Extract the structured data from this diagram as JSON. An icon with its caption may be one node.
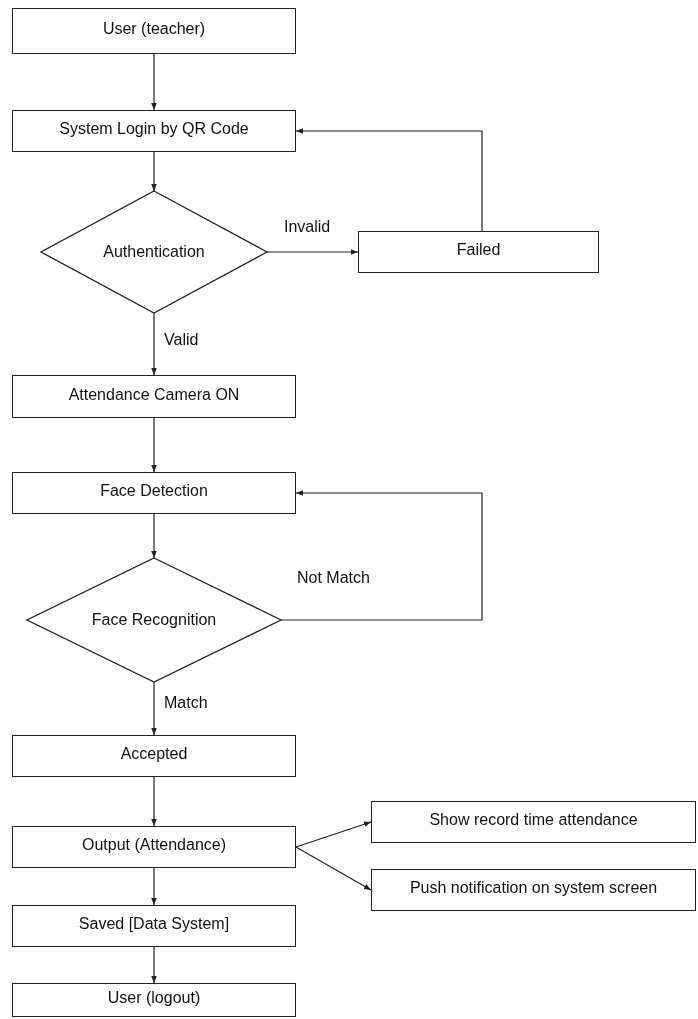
{
  "diagram": {
    "nodes": [
      {
        "text": [
          "User (teacher)"
        ]
      },
      {
        "text": [
          "System Login by QR Code"
        ]
      },
      {
        "text": [
          "Authentication"
        ]
      },
      {
        "text": [
          "Failed"
        ]
      },
      {
        "text": [
          "Attendance Camera ON"
        ]
      },
      {
        "text": [
          "Face Detection"
        ]
      },
      {
        "text": [
          "Face Recognition"
        ]
      },
      {
        "text": [
          "Accepted"
        ]
      },
      {
        "text": [
          "Output (Attendance)"
        ]
      },
      {
        "text": [
          "Show record time attendance"
        ]
      },
      {
        "text": [
          "Push notification on system screen"
        ]
      },
      {
        "text": [
          "Saved [Data System]"
        ]
      },
      {
        "text": [
          "User (logout)"
        ]
      }
    ],
    "edges": [
      {
        "from": 0,
        "to": 1,
        "arrow": "to"
      },
      {
        "from": 1,
        "to": 2,
        "arrow": "to"
      },
      {
        "from": 2,
        "to": 3,
        "arrow": "to",
        "label": "Invalid"
      },
      {
        "from": 3,
        "to": 1,
        "arrow": "to"
      },
      {
        "from": 2,
        "to": 4,
        "arrow": "to",
        "label": "Valid"
      },
      {
        "from": 4,
        "to": 5,
        "arrow": "to"
      },
      {
        "from": 5,
        "to": 6,
        "arrow": "to"
      },
      {
        "from": 6,
        "to": 5,
        "arrow": "to",
        "label": "Not Match"
      },
      {
        "from": 6,
        "to": 7,
        "arrow": "to",
        "label": "Match"
      },
      {
        "from": 7,
        "to": 8,
        "arrow": "to"
      },
      {
        "from": 8,
        "to": 9,
        "arrow": "to"
      },
      {
        "from": 8,
        "to": 10,
        "arrow": "to"
      },
      {
        "from": 8,
        "to": 11,
        "arrow": "to"
      },
      {
        "from": 11,
        "to": 12,
        "arrow": "to"
      }
    ]
  }
}
